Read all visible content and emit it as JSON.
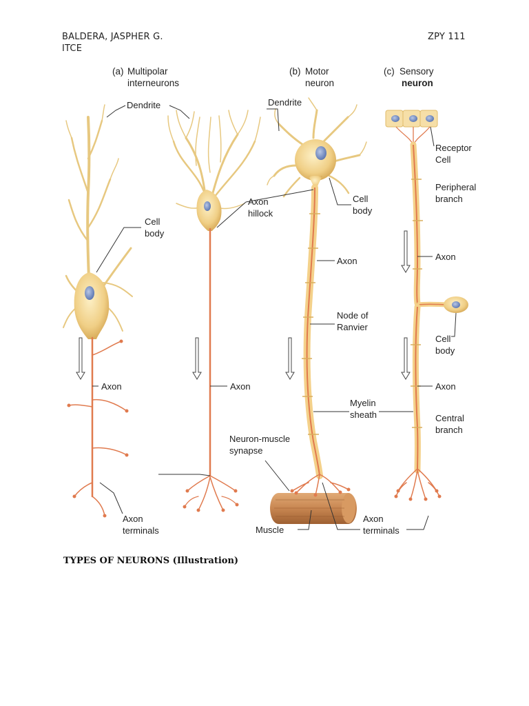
{
  "header": {
    "name": "BALDERA, JASPHER G.",
    "dept": "ITCE",
    "course": "ZPY 111"
  },
  "figure": {
    "panel_a": {
      "letter": "(a)",
      "line1": "Multipolar",
      "line2": "interneurons"
    },
    "panel_b": {
      "letter": "(b)",
      "line1": "Motor",
      "line2": "neuron"
    },
    "panel_c": {
      "letter": "(c)",
      "line1": "Sensory",
      "line2": "neuron"
    },
    "labels": {
      "dendrite": "Dendrite",
      "cell": "Cell",
      "body": "body",
      "axon": "Axon",
      "hillock": "hillock",
      "terminals": "terminals",
      "node_of": "Node of",
      "ranvier": "Ranvier",
      "myelin": "Myelin",
      "sheath": "sheath",
      "neuron_muscle": "Neuron-muscle",
      "synapse": "synapse",
      "muscle": "Muscle",
      "receptor": "Receptor",
      "peripheral": "Peripheral",
      "branch": "branch",
      "central": "Central"
    }
  },
  "caption": "TYPES OF NEURONS (Illustration)",
  "colors": {
    "cell_body": "#f2d596",
    "dendrite": "#e7c880",
    "axon": "#e07a4e",
    "myelin": "#f4d18a",
    "nucleus": "#7f97c8",
    "muscle": "#c98a55"
  }
}
